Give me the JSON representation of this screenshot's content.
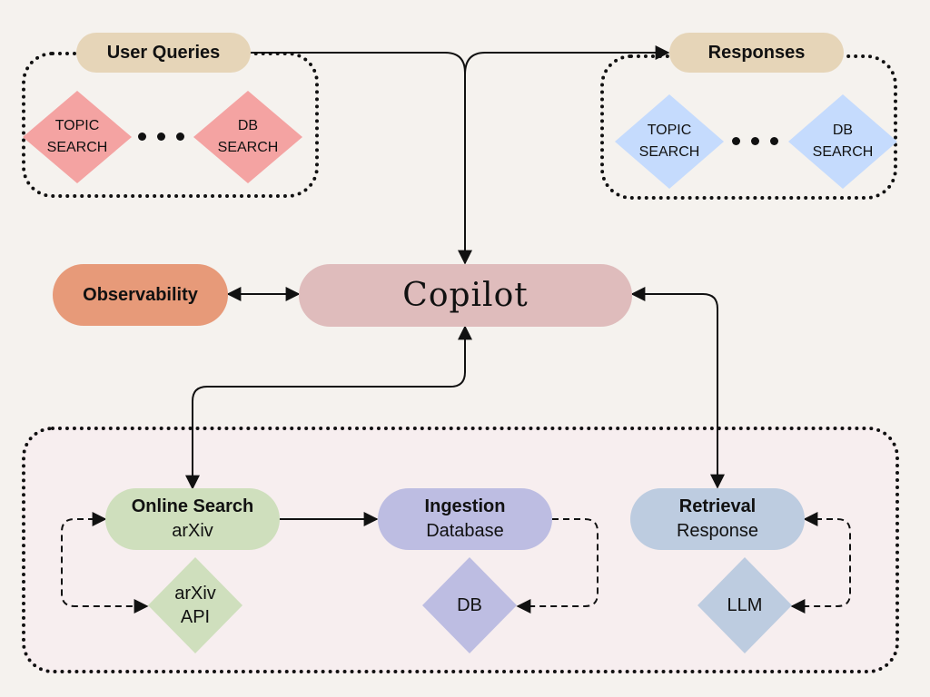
{
  "colors": {
    "background": "#f5f2ee",
    "query_pill": "#e6d5b8",
    "query_diamond": "#f4a3a2",
    "response_diamond": "#c5dbfd",
    "copilot": "#dfbcbc",
    "observability": "#e79a79",
    "bottom_group_bg": "#f7eeef",
    "online_search": "#cfdfbd",
    "ingestion": "#bdbde2",
    "retrieval": "#bdcce0"
  },
  "top_left": {
    "title": "User Queries",
    "items": [
      {
        "line1": "TOPIC",
        "line2": "SEARCH"
      },
      {
        "line1": "DB",
        "line2": "SEARCH"
      }
    ],
    "ellipsis": "• • •"
  },
  "top_right": {
    "title": "Responses",
    "items": [
      {
        "line1": "TOPIC",
        "line2": "SEARCH"
      },
      {
        "line1": "DB",
        "line2": "SEARCH"
      }
    ],
    "ellipsis": "• • •"
  },
  "center": {
    "copilot": "Copilot",
    "observability": "Observability"
  },
  "bottom": {
    "online_search": {
      "title": "Online Search",
      "subtitle": "arXiv"
    },
    "ingestion": {
      "title": "Ingestion",
      "subtitle": "Database"
    },
    "retrieval": {
      "title": "Retrieval",
      "subtitle": "Response"
    },
    "arxiv_api": {
      "line1": "arXiv",
      "line2": "API"
    },
    "db": {
      "line1": "DB"
    },
    "llm": {
      "line1": "LLM"
    }
  }
}
